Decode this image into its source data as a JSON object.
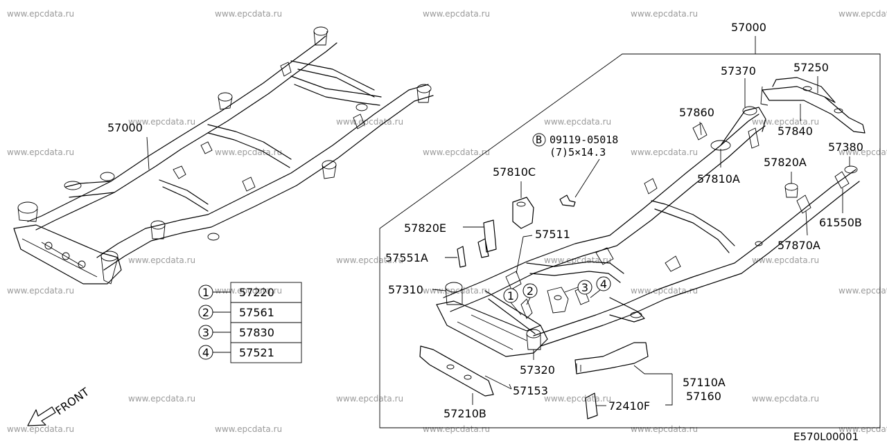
{
  "watermark": "www.epcdata.ru",
  "diagram_code": "E570L00001",
  "left_assembly_label": "57000",
  "right_assembly_label": "57000",
  "front_label": "FRONT",
  "bolt": {
    "marker": "B",
    "part_no": "09119-05018",
    "spec": "(7)5×14.3"
  },
  "legend": [
    {
      "num": "1",
      "part": "57220"
    },
    {
      "num": "2",
      "part": "57561"
    },
    {
      "num": "3",
      "part": "57830"
    },
    {
      "num": "4",
      "part": "57521"
    }
  ],
  "labels": {
    "p57370": "57370",
    "p57250": "57250",
    "p57860": "57860",
    "p57840": "57840",
    "p57810A": "57810A",
    "p57380": "57380",
    "p57820A": "57820A",
    "p61550B": "61550B",
    "p57870A": "57870A",
    "p57810C": "57810C",
    "p57820E": "57820E",
    "p57511": "57511",
    "p57551A": "57551A",
    "p57310": "57310",
    "p57320": "57320",
    "p57153": "57153",
    "p57210B": "57210B",
    "p57110A": "57110A",
    "p57160": "57160",
    "p72410F": "72410F"
  },
  "callout_nums": [
    "1",
    "2",
    "3",
    "4"
  ]
}
